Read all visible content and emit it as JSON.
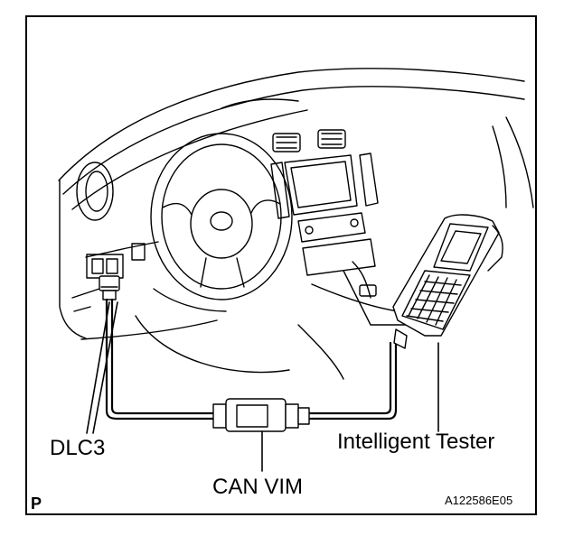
{
  "labels": {
    "dlc3": "DLC3",
    "can_vim": "CAN VIM",
    "tester": "Intelligent Tester",
    "corner": "P",
    "figure_code": "A122586E05"
  }
}
